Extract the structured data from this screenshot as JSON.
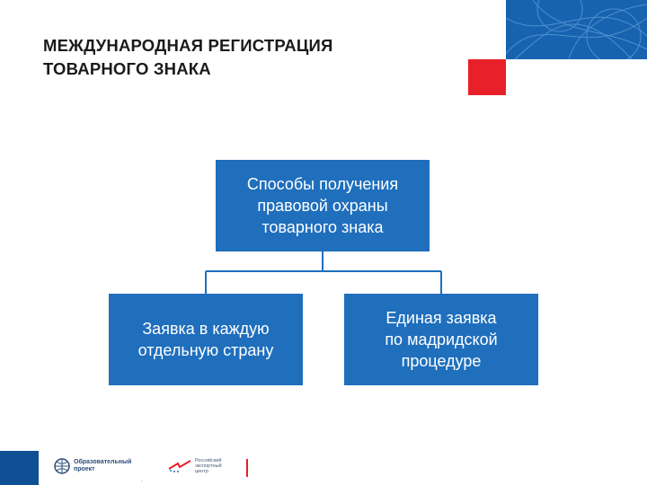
{
  "slide": {
    "title_line1": "МЕЖДУНАРОДНАЯ РЕГИСТРАЦИЯ",
    "title_line2": "ТОВАРНОГО ЗНАКА"
  },
  "diagram": {
    "root": "Способы получения\nправовой охраны\nтоварного знака",
    "children": [
      "Заявка в каждую\nотдельную страну",
      "Единая заявка\nпо мадридской\nпроцедуре"
    ]
  },
  "footer": {
    "logo1_text": "Образовательный\nпроект",
    "logo2_text": "Российский\nэкспортный\nцентр",
    "mark": "."
  },
  "colors": {
    "box_blue": "#1f6fbd",
    "accent_blue": "#1863b0",
    "accent_red": "#e8202a",
    "footer_navy": "#0f4f93"
  }
}
